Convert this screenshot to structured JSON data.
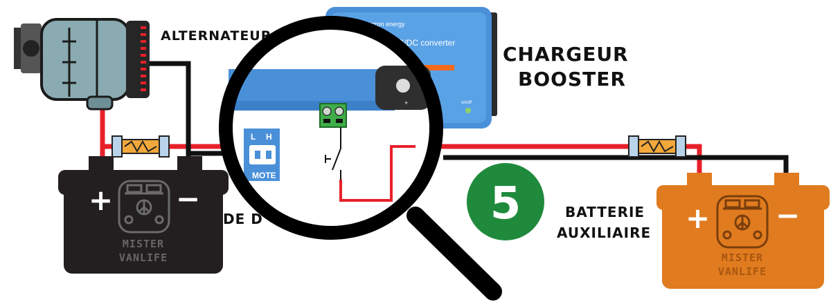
{
  "labels": {
    "alternator": "ALTERNATEUR",
    "charger_line1": "CHARGEUR",
    "charger_line2": "BOOSTER",
    "start_battery_partial": "DE D",
    "aux_line1": "BATTERIE",
    "aux_line2": "AUXILIAIRE"
  },
  "step_badge": {
    "number": "5",
    "color": "#1f8a3c"
  },
  "converter": {
    "brand": "victron energy",
    "product": "DC/DC converter",
    "onoff": "on/off",
    "remote_l": "L",
    "remote_h": "H",
    "remote_text": "MOTE",
    "plus": "+"
  },
  "battery_start": {
    "brand_line1": "MISTER",
    "brand_line2": "VANLIFE",
    "plus": "+",
    "minus": "−",
    "color": "#231f20"
  },
  "battery_aux": {
    "brand_line1": "MISTER",
    "brand_line2": "VANLIFE",
    "plus": "+",
    "minus": "−",
    "color": "#e07b1f"
  },
  "colors": {
    "wire_positive": "#e8202a",
    "wire_negative": "#111111",
    "converter_blue": "#4a90d9",
    "magnifier": "#000000"
  },
  "icons": [
    "alternator-icon",
    "fuse-icon",
    "switch-icon",
    "van-icon",
    "magnifier-icon",
    "terminal-block-icon"
  ]
}
